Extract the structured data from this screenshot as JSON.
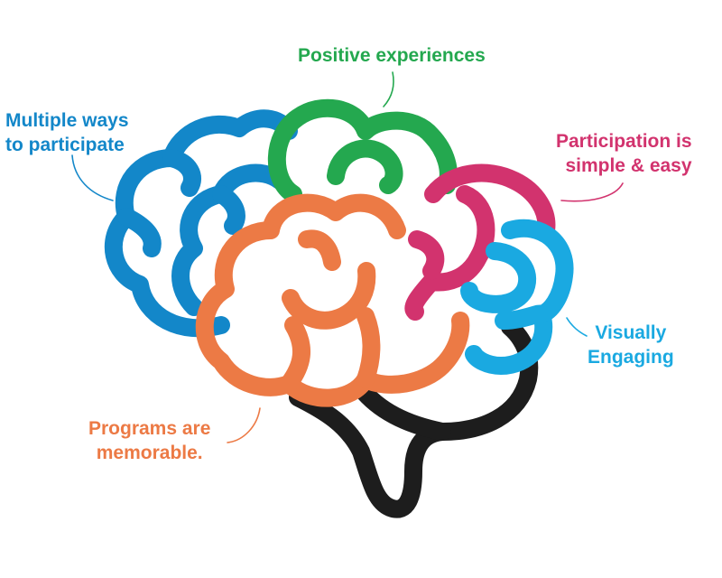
{
  "colors": {
    "green": "#24a84f",
    "blue": "#1387c9",
    "magenta": "#d2336e",
    "cyan": "#1aa9e1",
    "orange": "#ec7a45",
    "black": "#1d1d1d"
  },
  "labels": {
    "positive": {
      "line1": "Positive experiences"
    },
    "multiple": {
      "line1": "Multiple ways",
      "line2": "to participate"
    },
    "participation": {
      "line1": "Participation is",
      "line2": "simple & easy"
    },
    "visually": {
      "line1": "Visually",
      "line2": "Engaging"
    },
    "programs": {
      "line1": "Programs are",
      "line2": "memorable."
    }
  }
}
